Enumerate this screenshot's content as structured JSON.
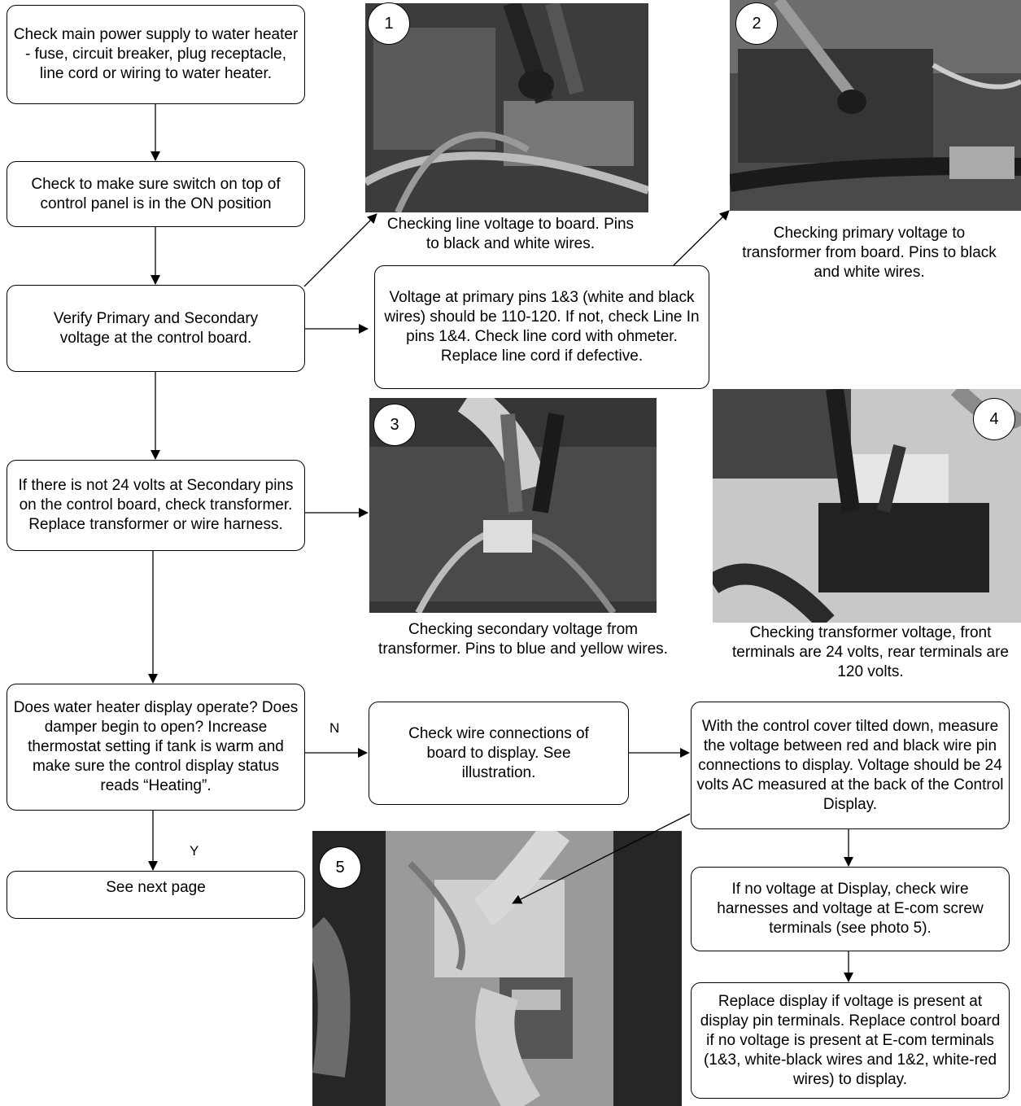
{
  "boxes": {
    "b1": "Check main power supply to water heater - fuse, circuit breaker, plug receptacle, line cord or wiring to water heater.",
    "b2": "Check to make sure switch on top of control panel is in the ON position",
    "b3": "Verify Primary and Secondary voltage at the control board.",
    "b4": "If there is not 24 volts at Secondary pins on the control board, check transformer.  Replace transformer or wire harness.",
    "b5": "Does water heater display operate? Does damper begin to open? Increase thermostat setting if tank is warm and make sure the control display status reads “Heating”.",
    "b6": "See next page",
    "mid1": "Voltage at primary pins 1&3 (white and black wires) should be 110-120.  If not, check Line In pins 1&4.   Check line cord with ohmeter.  Replace line cord if defective.",
    "mid2": "Check wire connections of board to display.  See illustration.",
    "r1": "With the control cover tilted down, measure the voltage between red and black wire pin connections to display.  Voltage should be 24 volts AC measured at the back of the Control Display.",
    "r2": "If no voltage at Display, check wire harnesses and voltage at E-com screw terminals (see photo 5).",
    "r3": "Replace display if voltage is present at display pin terminals.  Replace control board if no voltage is present at E-com terminals (1&3, white-black wires and 1&2, white-red wires) to display."
  },
  "captions": {
    "c1": "Checking line voltage to board.  Pins to black and white wires.",
    "c2": "Checking primary voltage to transformer from board. Pins to black and white wires.",
    "c3": "Checking secondary voltage from transformer.  Pins to blue and yellow wires.",
    "c4": "Checking transformer voltage, front terminals are 24 volts, rear terminals are 120 volts."
  },
  "photo_numbers": [
    "1",
    "2",
    "3",
    "4",
    "5"
  ],
  "labels": {
    "no": "N",
    "yes": "Y"
  }
}
